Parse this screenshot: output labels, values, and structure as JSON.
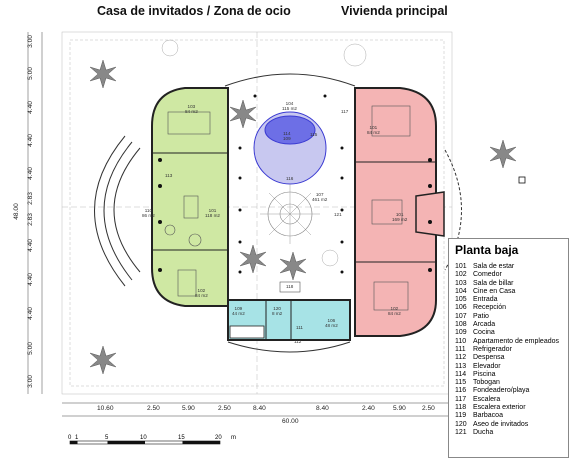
{
  "headers": {
    "left": "Casa de invitados / Zona de ocio",
    "right": "Vivienda principal"
  },
  "legend": {
    "title": "Planta baja",
    "items": [
      {
        "num": "101",
        "label": "Sala de estar"
      },
      {
        "num": "102",
        "label": "Comedor"
      },
      {
        "num": "103",
        "label": "Sala de billar"
      },
      {
        "num": "104",
        "label": "Cine en Casa"
      },
      {
        "num": "105",
        "label": "Entrada"
      },
      {
        "num": "106",
        "label": "Recepción"
      },
      {
        "num": "107",
        "label": "Patio"
      },
      {
        "num": "108",
        "label": "Arcada"
      },
      {
        "num": "109",
        "label": "Cocina"
      },
      {
        "num": "110",
        "label": "Apartamento de empleados"
      },
      {
        "num": "111",
        "label": "Refrigerador"
      },
      {
        "num": "112",
        "label": "Despensa"
      },
      {
        "num": "113",
        "label": "Elevador"
      },
      {
        "num": "114",
        "label": "Piscina"
      },
      {
        "num": "115",
        "label": "Tobogan"
      },
      {
        "num": "116",
        "label": "Fondeadero/playa"
      },
      {
        "num": "117",
        "label": "Escalera"
      },
      {
        "num": "118",
        "label": "Escalera exterior"
      },
      {
        "num": "119",
        "label": "Barbacoa"
      },
      {
        "num": "120",
        "label": "Aseo de invitados"
      },
      {
        "num": "121",
        "label": "Ducha"
      }
    ]
  },
  "bottom_dims": [
    "10.60",
    "2.50",
    "5.90",
    "2.50",
    "8.40",
    "8.40",
    "2.40",
    "5.90",
    "2.50"
  ],
  "total_width": "60.00",
  "left_dims": [
    "3.00",
    "5.00",
    "4.40",
    "4.40",
    "4.40",
    "2.83",
    "2.83",
    "4.40",
    "4.40",
    "4.40",
    "5.00",
    "3.00"
  ],
  "total_height": "48.00",
  "scale": {
    "ticks": [
      "0",
      "1",
      "5",
      "10",
      "15",
      "20"
    ],
    "unit": "m"
  },
  "rooms": [
    {
      "num": "103",
      "area": "84 m2"
    },
    {
      "num": "101",
      "area": "118 m2"
    },
    {
      "num": "102",
      "area": "84 m2"
    },
    {
      "num": "110",
      "area": "86 m2"
    },
    {
      "num": "101",
      "area": "84 m2"
    },
    {
      "num": "101",
      "area": "169 m2"
    },
    {
      "num": "102",
      "area": "84 m2"
    },
    {
      "num": "109",
      "area": "44 m2"
    },
    {
      "num": "106",
      "area": "48 m2"
    },
    {
      "num": "120",
      "area": "8 m2"
    },
    {
      "num": "114",
      "area": "109"
    },
    {
      "num": "107",
      "area": "461 m2"
    },
    {
      "num": "121",
      "area": ""
    },
    {
      "num": "118",
      "area": ""
    },
    {
      "num": "117",
      "area": ""
    },
    {
      "num": "116",
      "area": ""
    },
    {
      "num": "115",
      "area": ""
    },
    {
      "num": "104",
      "area": "115 m2"
    },
    {
      "num": "111",
      "area": ""
    },
    {
      "num": "112",
      "area": ""
    },
    {
      "num": "113",
      "area": ""
    }
  ],
  "colors": {
    "guest": "#cfe8a3",
    "main": "#f4b4b4",
    "service": "#a7e3e6",
    "pool": "#6d6fe6",
    "wall": "#222222"
  }
}
